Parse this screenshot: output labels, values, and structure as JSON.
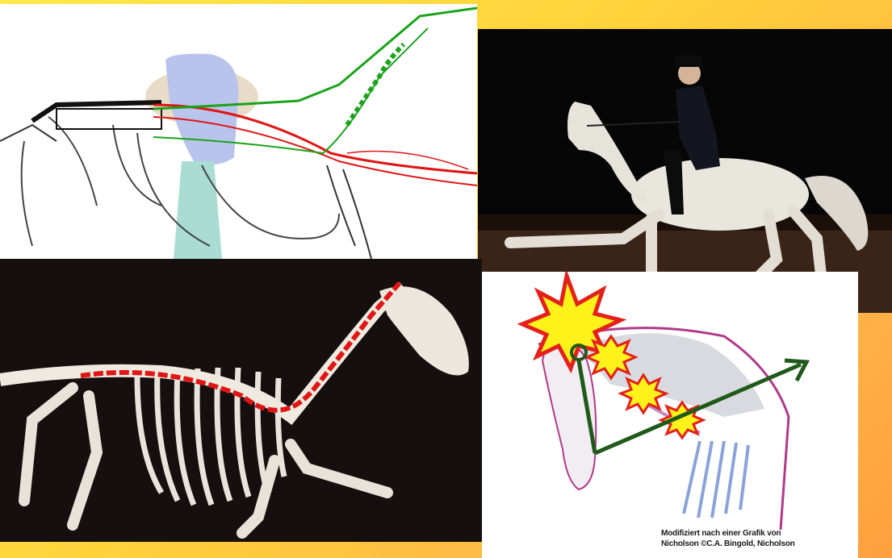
{
  "figure": {
    "caption_line1": "Modifiziert nach  einer Grafik von",
    "caption_line2": "Nicholson  ©C.A. Bingold, Nicholson"
  },
  "colors": {
    "background": "#ffd23a",
    "spine_red": "#e01515",
    "spine_green": "#1aa31a",
    "arrow_green": "#1f5a1a",
    "burst_yellow": "#fff21a",
    "burst_red": "#e3201b"
  },
  "panels": [
    {
      "id": "skeleton-saddle-diagram",
      "icon": "horse-spine-saddle-drawing"
    },
    {
      "id": "dressage-rider-photo",
      "icon": "white-horse-rider-photo"
    },
    {
      "id": "horse-skeleton-photo",
      "icon": "horse-skeleton-red-spine"
    },
    {
      "id": "neck-pain-diagram",
      "icon": "horse-head-pain-bursts"
    }
  ]
}
